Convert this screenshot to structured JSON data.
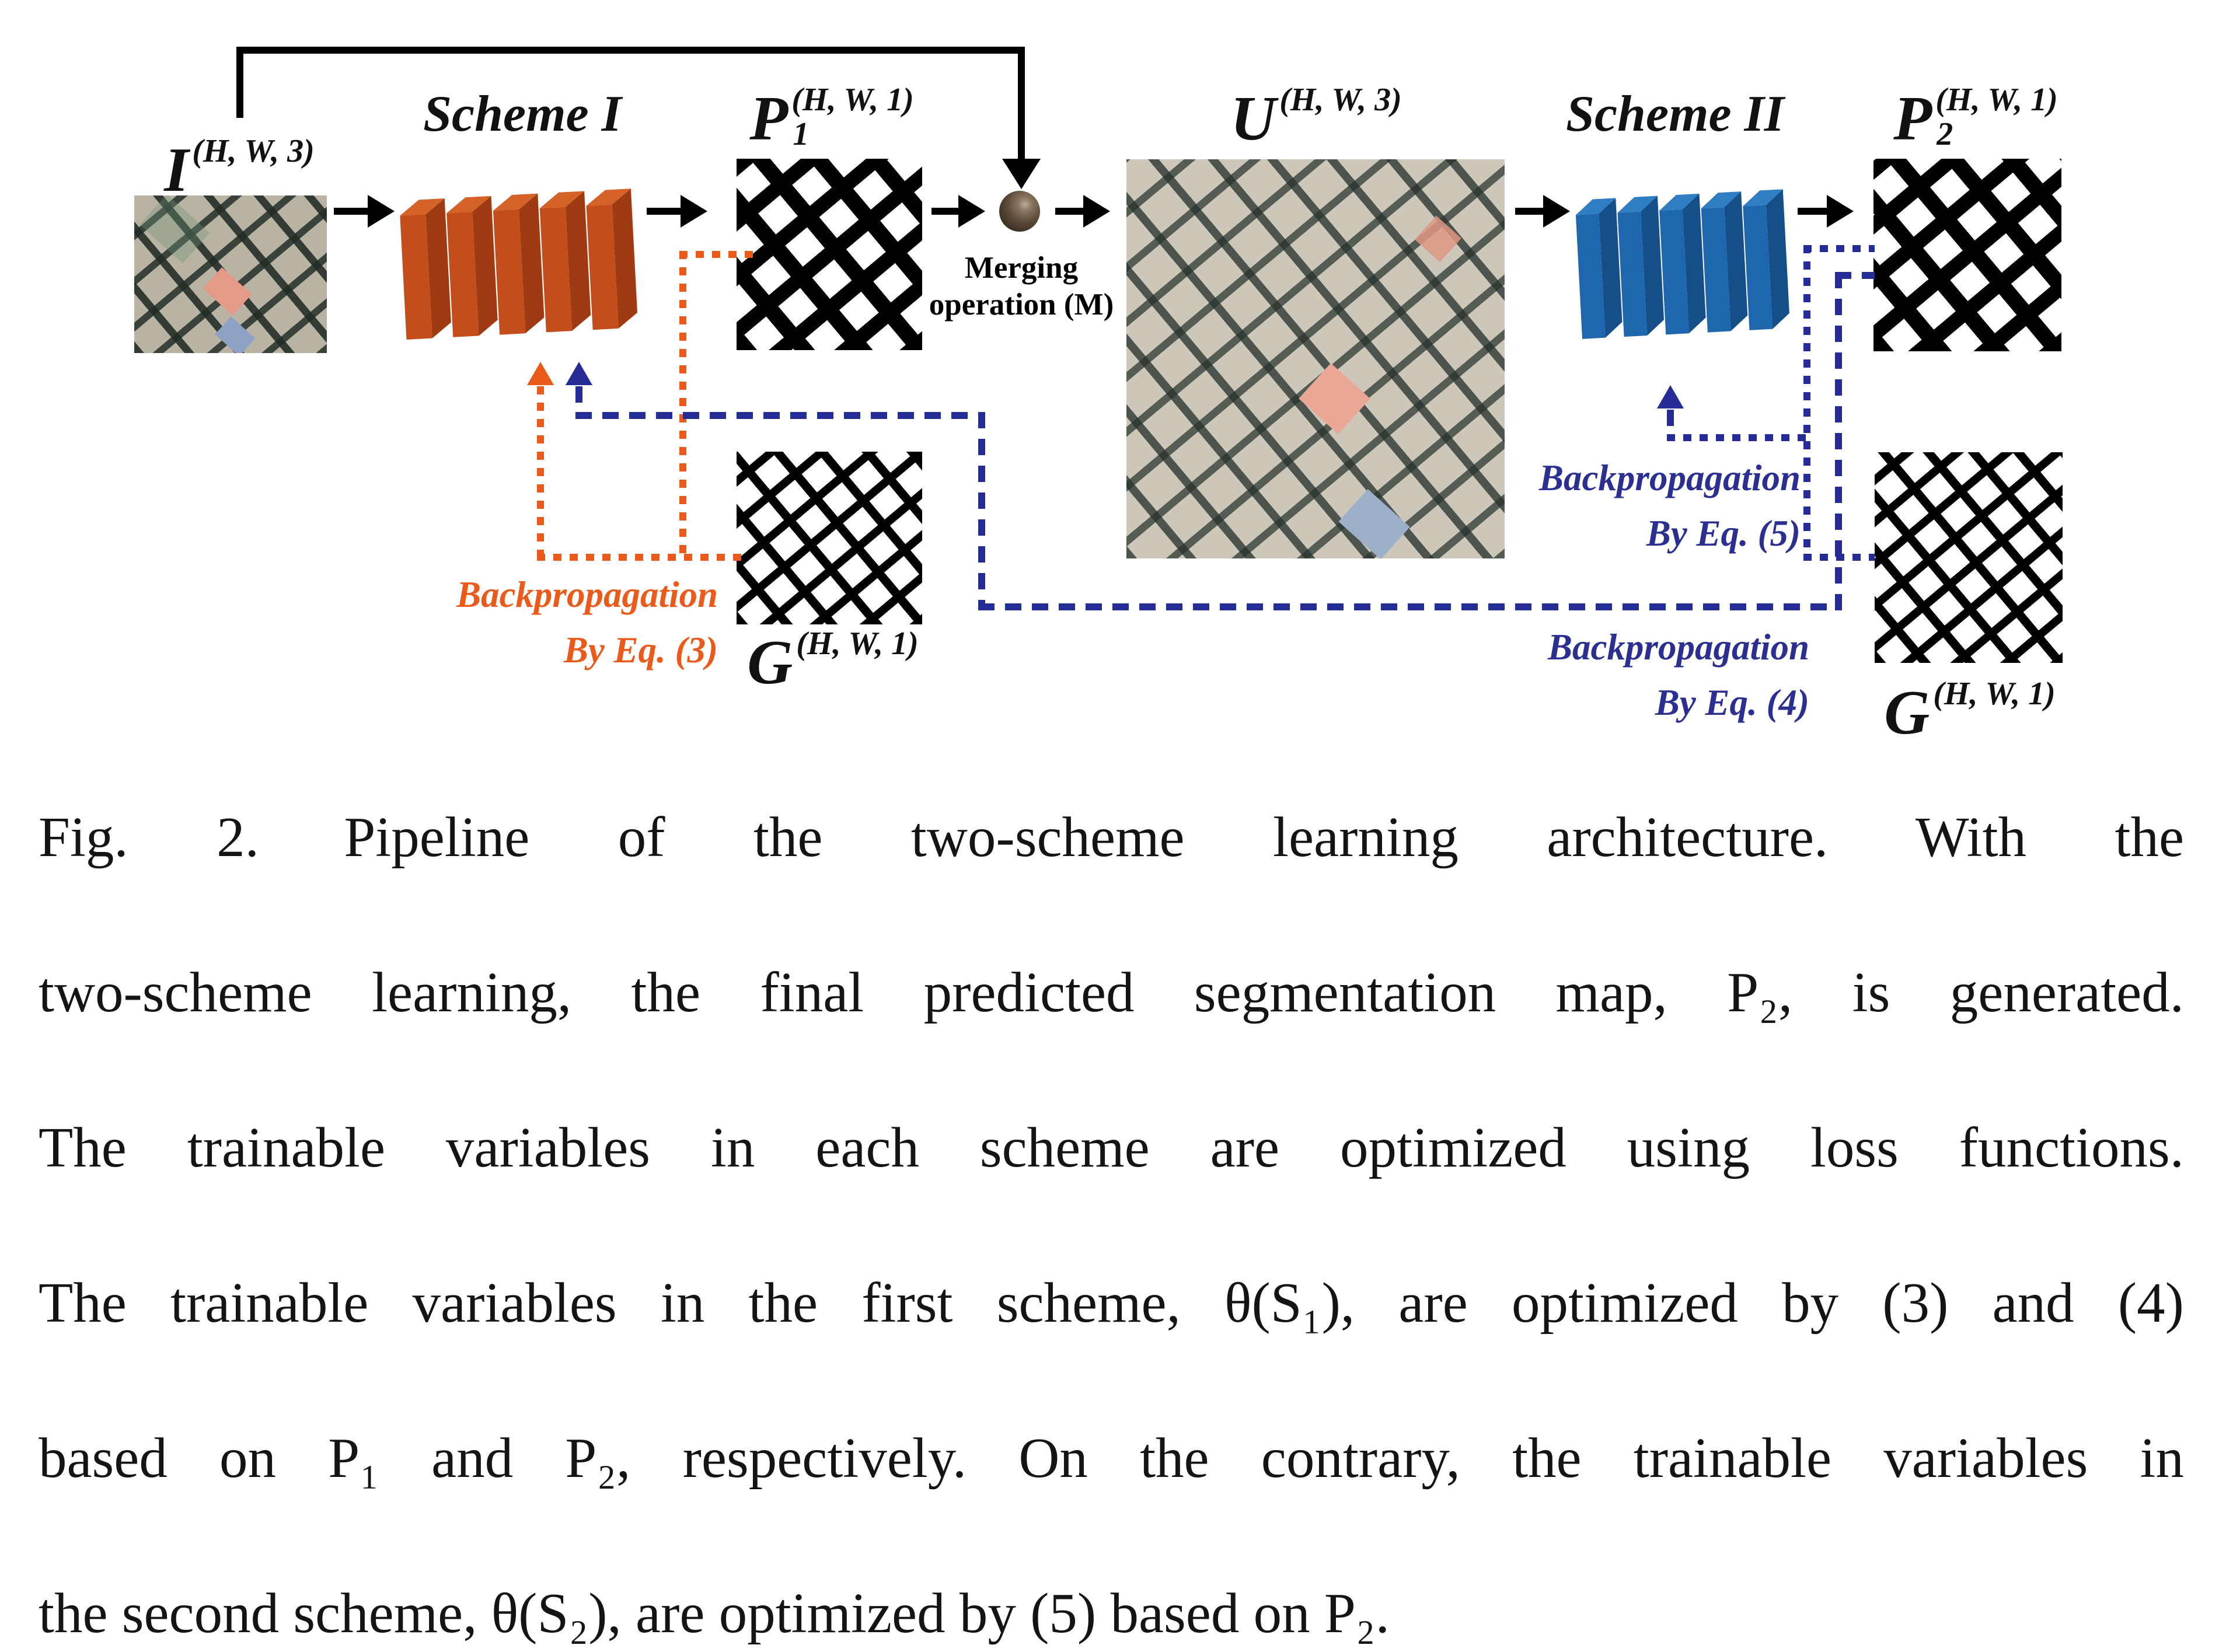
{
  "figure": {
    "caption_lines": [
      "Fig. 2.  Pipeline of the two-scheme learning architecture. With the",
      "two-scheme learning, the final predicted segmentation map, P₂, is generated.",
      "The trainable variables in each scheme are optimized using loss functions.",
      "The trainable variables in the first scheme, θ(S₁), are optimized by (3) and (4)",
      "based on P₁ and P₂, respectively. On the contrary, the trainable variables in",
      "the second scheme, θ(S₂), are optimized by (5) based on P₂."
    ]
  },
  "diagram": {
    "colors": {
      "orange_accent": "#E95A1B",
      "navy_accent": "#262C96",
      "block_orange_front": "#C44D1C",
      "block_blue_front": "#1E66AE",
      "sphere_brown": "#5B4A39"
    },
    "input_label": {
      "sym": "I",
      "sup": "(H, W, 3)"
    },
    "scheme1": {
      "label": "Scheme I"
    },
    "p1_label": {
      "sym": "P",
      "sub": "1",
      "sup": "(H, W, 1)"
    },
    "merging": {
      "line1": "Merging",
      "line2": "operation (M)"
    },
    "u_label": {
      "sym": "U",
      "sup": "(H, W, 3)"
    },
    "scheme2": {
      "label": "Scheme II"
    },
    "p2_label": {
      "sym": "P",
      "sub": "2",
      "sup": "(H, W, 1)"
    },
    "g1_label": {
      "sym": "G",
      "sup": "(H, W, 1)"
    },
    "g2_label": {
      "sym": "G",
      "sup": "(H, W, 1)"
    },
    "backprop_eq3": {
      "line1": "Backpropagation",
      "line2": "By Eq. (3)"
    },
    "backprop_eq4": {
      "line1": "Backpropagation",
      "line2": "By Eq. (4)"
    },
    "backprop_eq5": {
      "line1": "Backpropagation",
      "line2": "By Eq. (5)"
    }
  }
}
